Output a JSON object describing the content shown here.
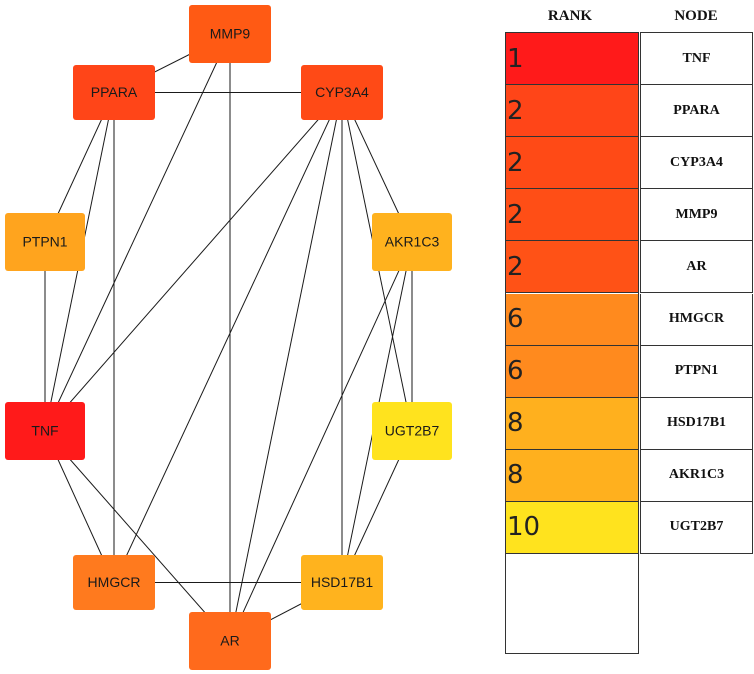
{
  "network": {
    "nodes": [
      {
        "id": "MMP9",
        "label": "MMP9",
        "color": "#FF5A14"
      },
      {
        "id": "PPARA",
        "label": "PPARA",
        "color": "#FF4518"
      },
      {
        "id": "CYP3A4",
        "label": "CYP3A4",
        "color": "#FF4A16"
      },
      {
        "id": "PTPN1",
        "label": "PTPN1",
        "color": "#FFA41E"
      },
      {
        "id": "AKR1C3",
        "label": "AKR1C3",
        "color": "#FFB21E"
      },
      {
        "id": "TNF",
        "label": "TNF",
        "color": "#FF1A1A"
      },
      {
        "id": "UGT2B7",
        "label": "UGT2B7",
        "color": "#FFE31E"
      },
      {
        "id": "HMGCR",
        "label": "HMGCR",
        "color": "#FF7A1E"
      },
      {
        "id": "HSD17B1",
        "label": "HSD17B1",
        "color": "#FFB31E"
      },
      {
        "id": "AR",
        "label": "AR",
        "color": "#FF6A1C"
      }
    ],
    "edges": [
      [
        "MMP9",
        "PPARA"
      ],
      [
        "MMP9",
        "AR"
      ],
      [
        "MMP9",
        "TNF"
      ],
      [
        "PPARA",
        "CYP3A4"
      ],
      [
        "PPARA",
        "PTPN1"
      ],
      [
        "PPARA",
        "TNF"
      ],
      [
        "PPARA",
        "HMGCR"
      ],
      [
        "CYP3A4",
        "TNF"
      ],
      [
        "CYP3A4",
        "AKR1C3"
      ],
      [
        "CYP3A4",
        "UGT2B7"
      ],
      [
        "CYP3A4",
        "HSD17B1"
      ],
      [
        "CYP3A4",
        "AR"
      ],
      [
        "CYP3A4",
        "HMGCR"
      ],
      [
        "PTPN1",
        "TNF"
      ],
      [
        "AKR1C3",
        "HSD17B1"
      ],
      [
        "AKR1C3",
        "AR"
      ],
      [
        "AKR1C3",
        "UGT2B7"
      ],
      [
        "TNF",
        "AR"
      ],
      [
        "TNF",
        "HMGCR"
      ],
      [
        "UGT2B7",
        "HSD17B1"
      ],
      [
        "HMGCR",
        "HSD17B1"
      ],
      [
        "HSD17B1",
        "AR"
      ]
    ]
  },
  "table": {
    "header_rank": "RANK",
    "header_node": "NODE",
    "rows": [
      {
        "rank": "1",
        "node": "TNF",
        "color": "#FF1A1A"
      },
      {
        "rank": "2",
        "node": "PPARA",
        "color": "#FF4518"
      },
      {
        "rank": "2",
        "node": "CYP3A4",
        "color": "#FF4A16"
      },
      {
        "rank": "2",
        "node": "MMP9",
        "color": "#FF4E16"
      },
      {
        "rank": "2",
        "node": "AR",
        "color": "#FF5216"
      },
      {
        "rank": "6",
        "node": "HMGCR",
        "color": "#FF8A1E"
      },
      {
        "rank": "6",
        "node": "PTPN1",
        "color": "#FF8A1E"
      },
      {
        "rank": "8",
        "node": "HSD17B1",
        "color": "#FFB01E"
      },
      {
        "rank": "8",
        "node": "AKR1C3",
        "color": "#FFB01E"
      },
      {
        "rank": "10",
        "node": "UGT2B7",
        "color": "#FFE31E"
      }
    ]
  }
}
